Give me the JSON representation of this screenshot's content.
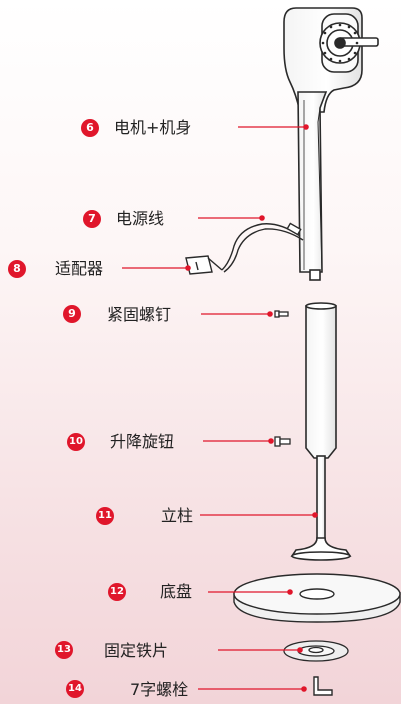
{
  "accent_color": "#e0162b",
  "parts": [
    {
      "num": "6",
      "label": "电机+机身"
    },
    {
      "num": "7",
      "label": "电源线"
    },
    {
      "num": "8",
      "label": "适配器"
    },
    {
      "num": "9",
      "label": "紧固螺钉"
    },
    {
      "num": "10",
      "label": "升降旋钮"
    },
    {
      "num": "11",
      "label": "立柱"
    },
    {
      "num": "12",
      "label": "底盘"
    },
    {
      "num": "13",
      "label": "固定铁片"
    },
    {
      "num": "14",
      "label": "7字螺栓"
    }
  ]
}
